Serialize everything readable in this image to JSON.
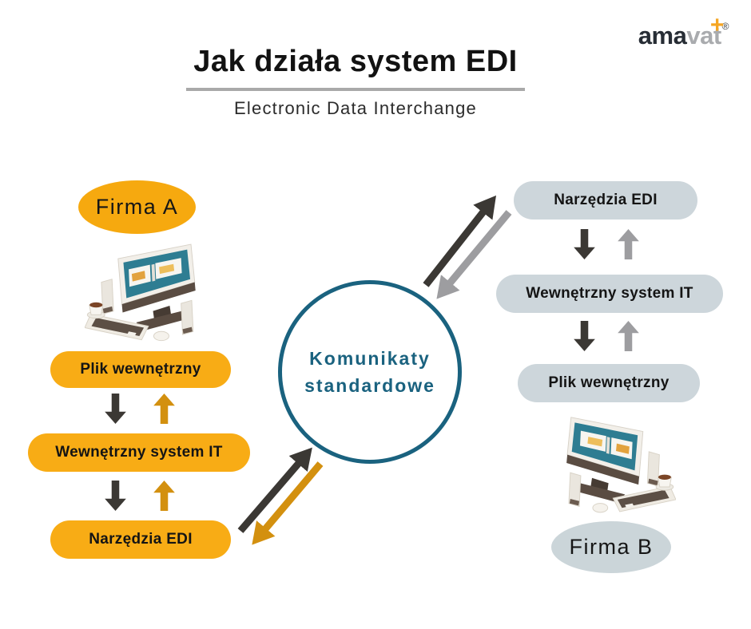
{
  "brand": {
    "logo_part_dark": "ama",
    "logo_part_gray": "va",
    "logo_t": "t",
    "logo_plus": "+",
    "logo_registered": "®"
  },
  "header": {
    "title": "Jak działa system EDI",
    "subtitle": "Electronic Data Interchange"
  },
  "company_a": {
    "label": "Firma A",
    "steps": [
      "Plik wewnętrzny",
      "Wewnętrzny system IT",
      "Narzędzia EDI"
    ]
  },
  "company_b": {
    "label": "Firma B",
    "steps": [
      "Narzędzia EDI",
      "Wewnętrzny system IT",
      "Plik wewnętrzny"
    ]
  },
  "center_circle": {
    "line1": "Komunikaty",
    "line2": "standardowe"
  },
  "colors": {
    "accent_yellow": "#F8AC15",
    "badge_a_yellow": "#F6A90F",
    "accent_orange_arrow": "#D3900F",
    "steel_gray_box": "#CDD6DB",
    "badge_b_gray": "#CBD5D9",
    "arrow_black": "#3B3834",
    "arrow_gray": "#9D9DA0",
    "teal_circle": "#1A627F",
    "logo_dark": "#272D35",
    "logo_gray": "#A9ABAE",
    "logo_plus_orange": "#F5A623",
    "title_underline": "#A9A9A9"
  }
}
